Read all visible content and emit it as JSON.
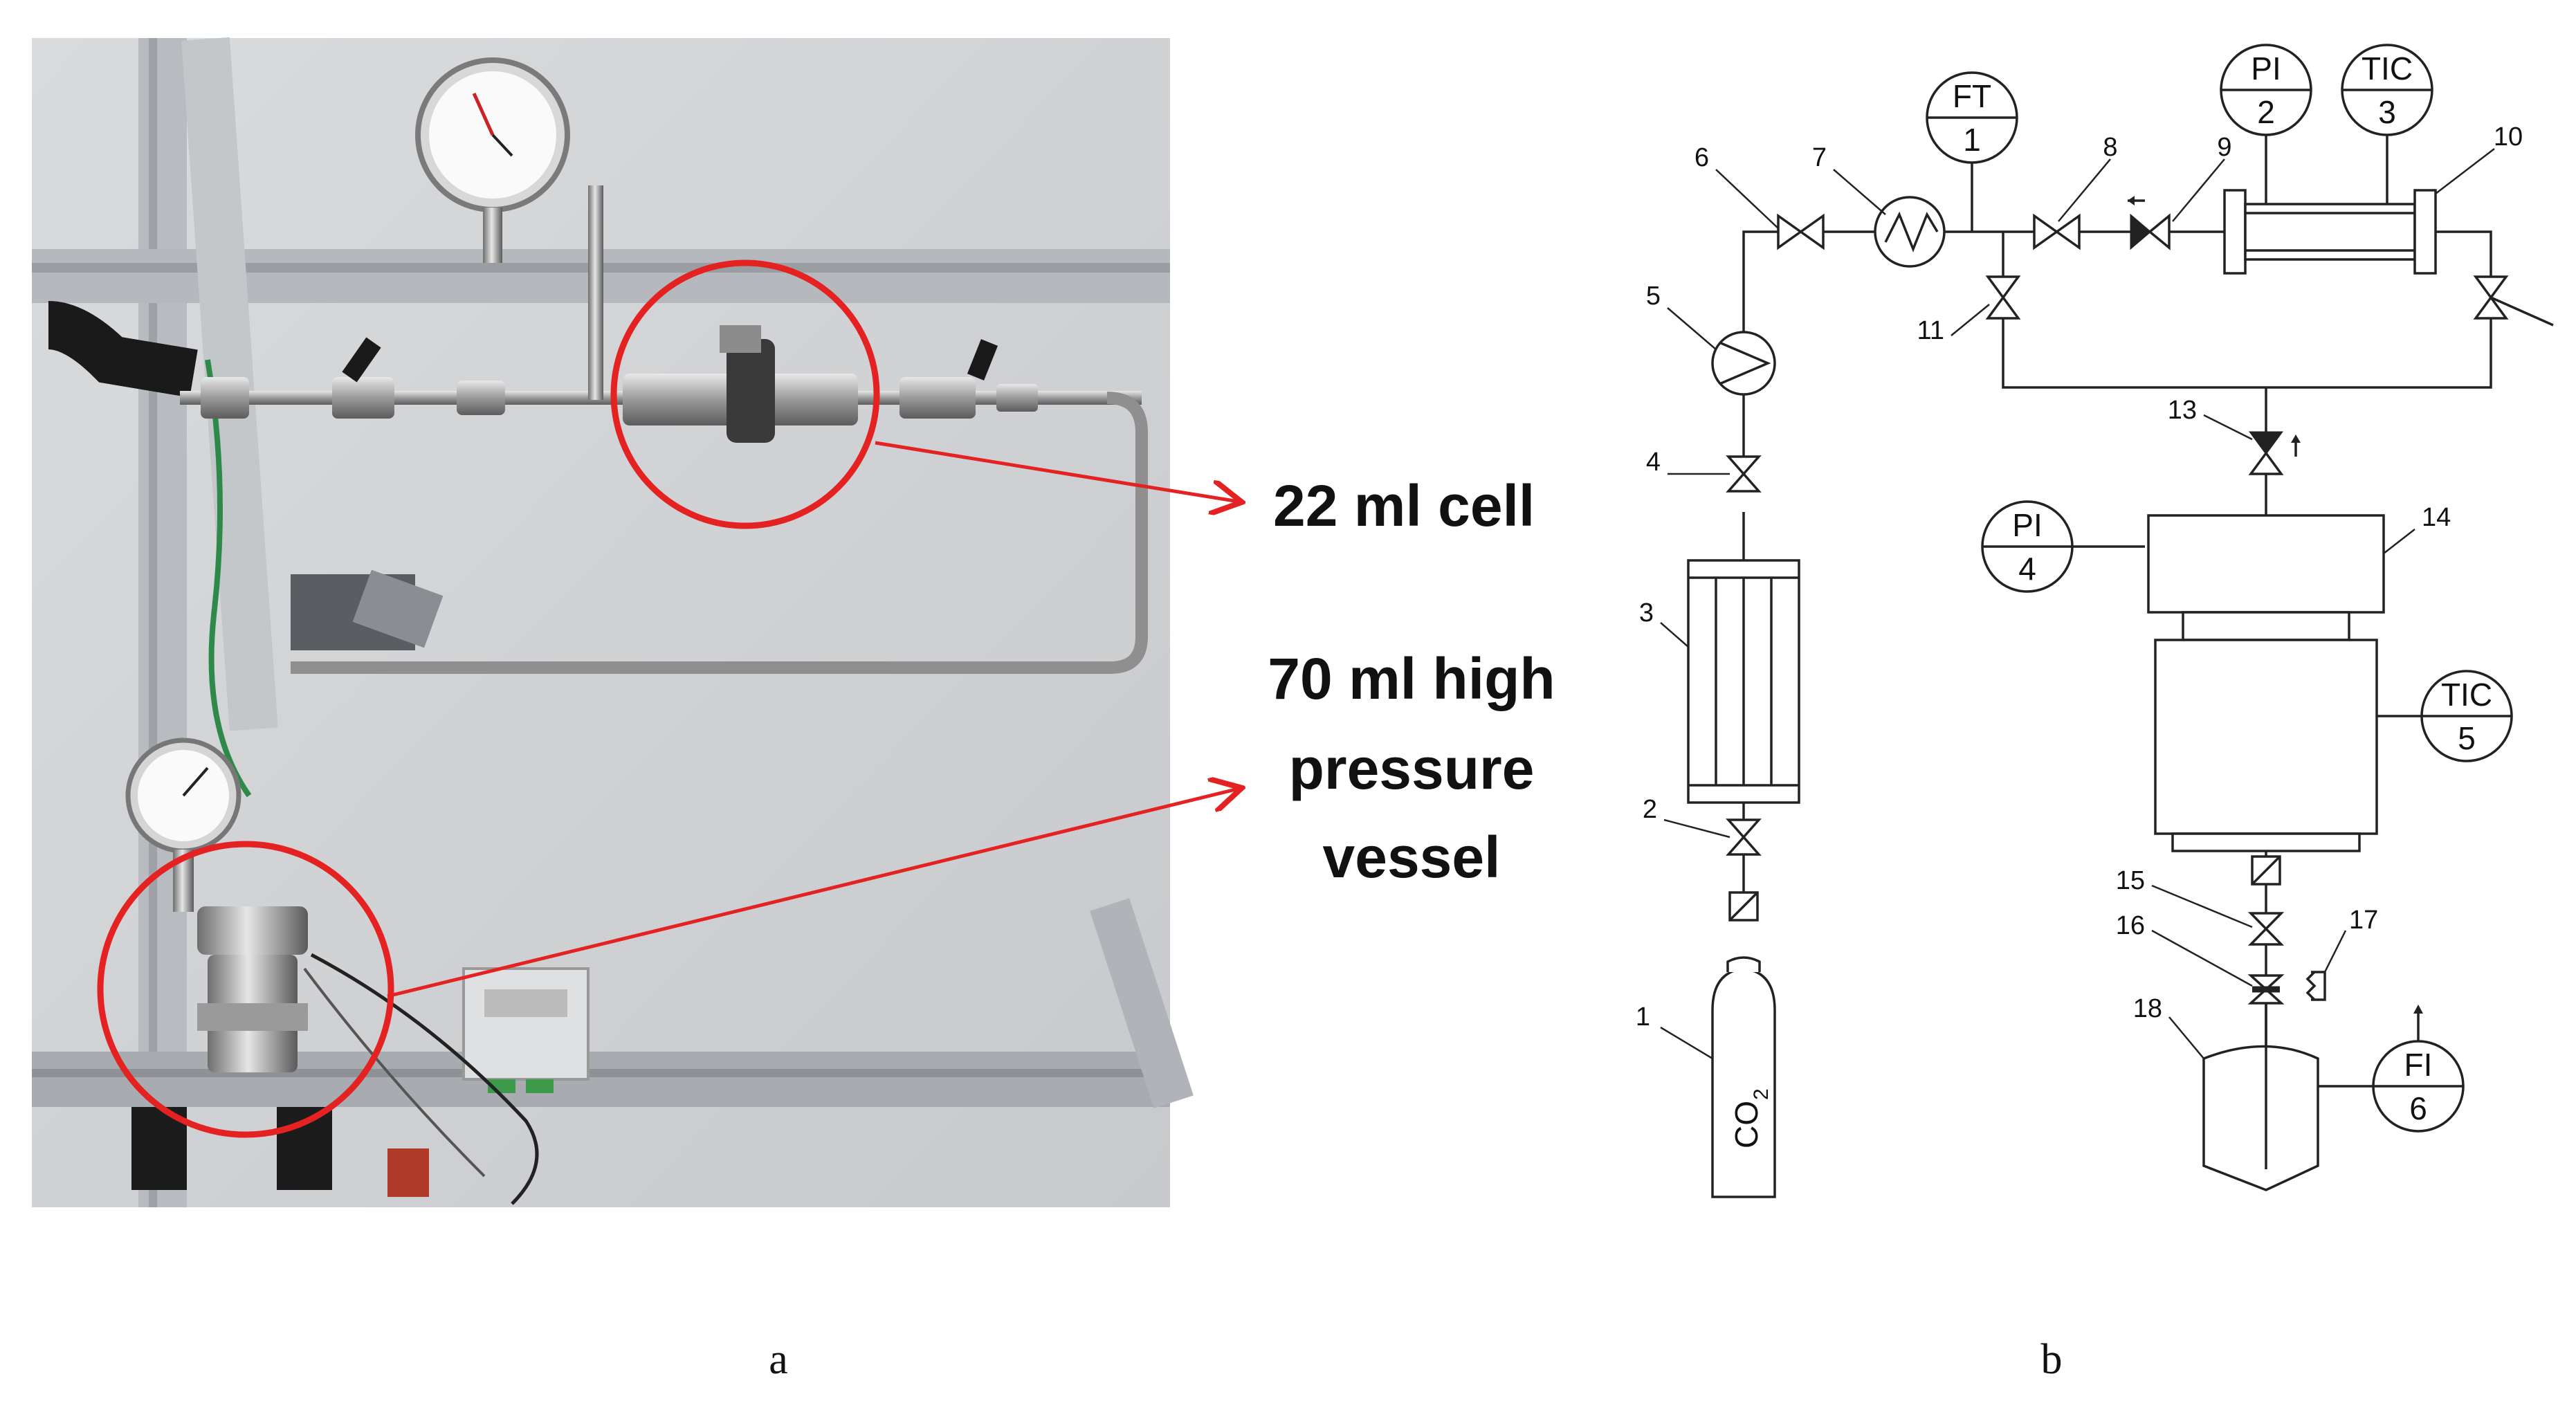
{
  "panel_a": {
    "callouts": [
      {
        "lines": [
          "22 ml cell"
        ]
      },
      {
        "lines": [
          "70 ml high",
          "pressure",
          "vessel"
        ]
      }
    ],
    "caption": "a"
  },
  "panel_b": {
    "instruments": [
      {
        "tag": "FT",
        "num": "1"
      },
      {
        "tag": "PI",
        "num": "2"
      },
      {
        "tag": "TIC",
        "num": "3"
      },
      {
        "tag": "PI",
        "num": "4"
      },
      {
        "tag": "TIC",
        "num": "5"
      },
      {
        "tag": "FI",
        "num": "6"
      }
    ],
    "component_numbers": [
      "1",
      "2",
      "3",
      "4",
      "5",
      "6",
      "7",
      "8",
      "9",
      "10",
      "11",
      "13",
      "14",
      "15",
      "16",
      "17",
      "18"
    ],
    "cylinder_label": "CO",
    "cylinder_subscript": "2",
    "caption": "b"
  },
  "colors": {
    "highlight": "#e52222",
    "line": "#222222"
  }
}
